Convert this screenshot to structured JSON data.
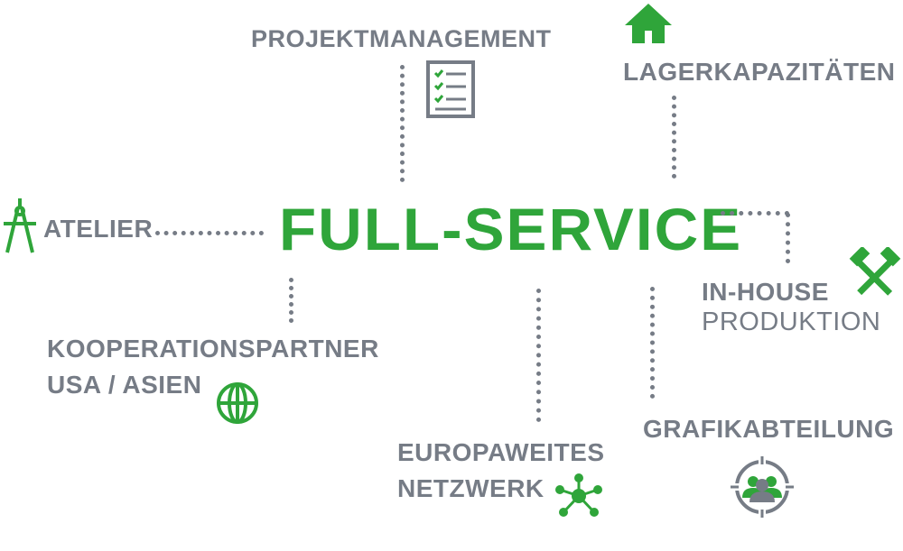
{
  "center": {
    "title": "FULL-SERVICE"
  },
  "nodes": {
    "projektmanagement": "PROJEKTMANAGEMENT",
    "lager": "LAGERKAPAZITÄTEN",
    "atelier": "ATELIER",
    "inhouse_1": "IN-HOUSE",
    "inhouse_2": "PRODUKTION",
    "koop_1": "KOOPERATIONSPARTNER",
    "koop_2": "USA / ASIEN",
    "europa_1": "EUROPAWEITES",
    "europa_2": "NETZWERK",
    "grafik": "GRAFIKABTEILUNG"
  },
  "colors": {
    "accent": "#2fa53a",
    "text": "#767c86"
  }
}
